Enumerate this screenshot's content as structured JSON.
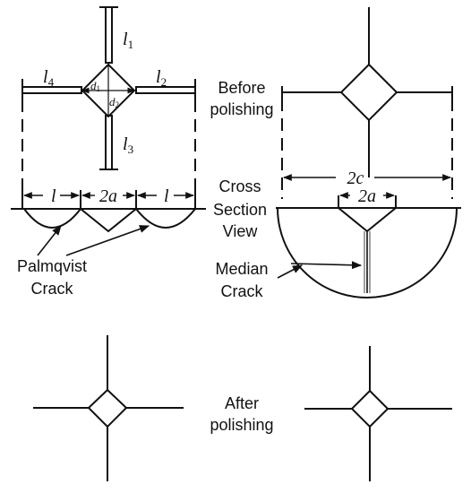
{
  "labels": {
    "l1": "l",
    "l1_sub": "1",
    "l2": "l",
    "l2_sub": "2",
    "l3": "l",
    "l3_sub": "3",
    "l4": "l",
    "l4_sub": "4",
    "d1": "d",
    "d1_sub": "1",
    "d2": "d",
    "d2_sub": "2",
    "l_left": "l",
    "l_right": "l",
    "two_a_left": "2a",
    "two_c": "2c",
    "two_a_right": "2a"
  },
  "annotations": {
    "before_line1": "Before",
    "before_line2": "polishing",
    "cross_line1": "Cross",
    "cross_line2": "Section",
    "cross_line3": "View",
    "palmqvist_line1": "Palmqvist",
    "palmqvist_line2": "Crack",
    "median_line1": "Median",
    "median_line2": "Crack",
    "after_line1": "After",
    "after_line2": "polishing"
  }
}
